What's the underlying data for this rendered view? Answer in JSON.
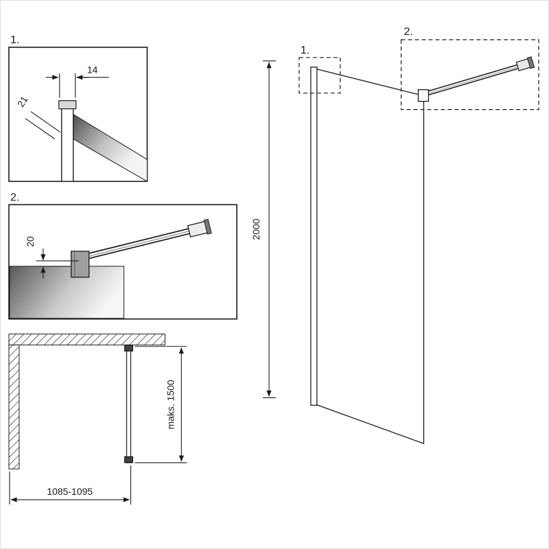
{
  "page": {
    "background": "#ffffff",
    "frame_border": "#dedede"
  },
  "drawing": {
    "line_color": "#1a1a1a",
    "glass_gradient_dark": "#4f4f4f",
    "glass_gradient_light": "#f4f4f4",
    "detail1": {
      "label": "1.",
      "dim_width": "14",
      "dim_depth": "21"
    },
    "detail2": {
      "label": "2.",
      "dim_offset": "20"
    },
    "plan": {
      "dim_width": "1085-1095",
      "dim_depth": "maks. 1500"
    },
    "elevation": {
      "callout1": "1.",
      "callout2": "2.",
      "dim_height": "2000"
    }
  }
}
